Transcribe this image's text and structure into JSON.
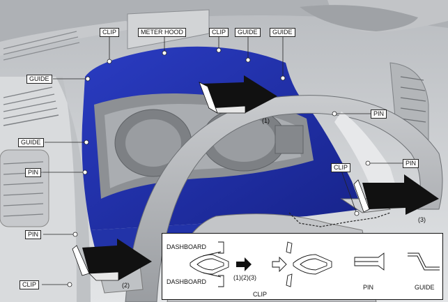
{
  "callouts": {
    "meter_hood": "METER HOOD",
    "clip_top_left": "CLIP",
    "clip_top_mid": "CLIP",
    "guide_top_mid": "GUIDE",
    "guide_top_right": "GUIDE",
    "guide_left_upper": "GUIDE",
    "guide_left_lower": "GUIDE",
    "pin_left_upper": "PIN",
    "pin_left_lower": "PIN",
    "clip_bottom_left": "CLIP",
    "pin_right_upper": "PIN",
    "pin_right_lower": "PIN",
    "clip_right": "CLIP"
  },
  "steps": {
    "step1": "(1)",
    "step2": "(2)",
    "step3": "(3)"
  },
  "inset": {
    "dashboard_top": "DASHBOARD",
    "dashboard_bottom": "DASHBOARD",
    "sequence": "(1)(2)(3)",
    "clip_caption": "CLIP",
    "pin_caption": "PIN",
    "guide_caption": "GUIDE"
  },
  "colors": {
    "hood_blue": "#1f2fa8",
    "panel_gray": "#d4d6d9",
    "arrow_fill": "#111111"
  }
}
